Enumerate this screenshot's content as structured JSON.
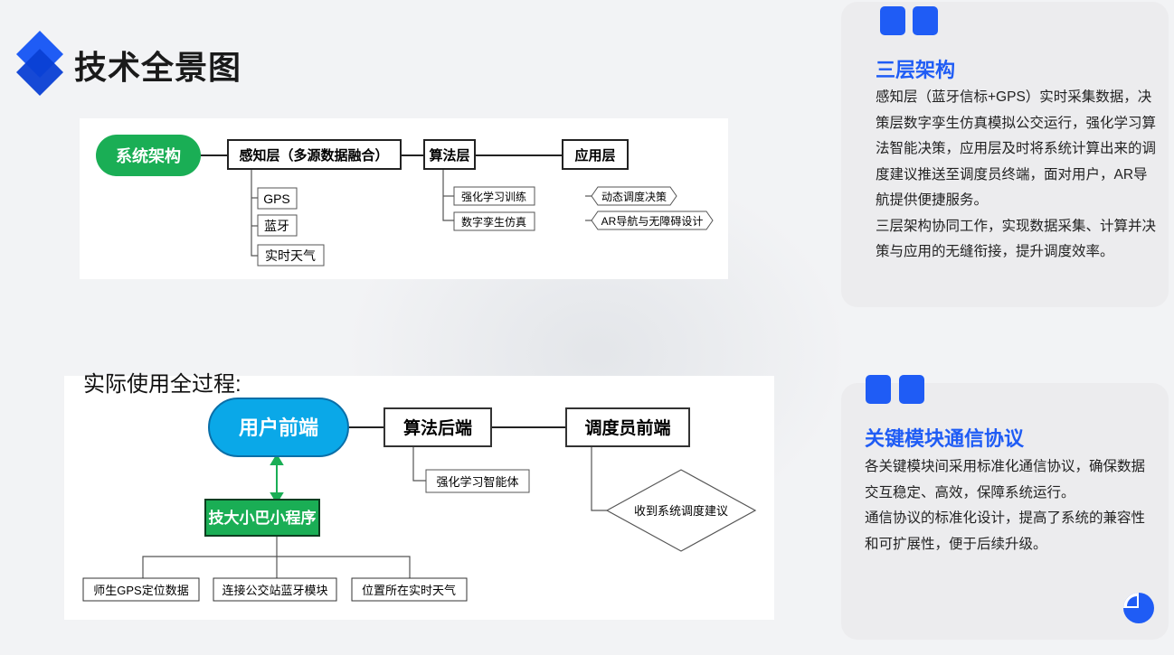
{
  "page": {
    "title": "技术全景图"
  },
  "diagram1": {
    "root": "系统架构",
    "perception": "感知层（多源数据融合）",
    "algorithm": "算法层",
    "application": "应用层",
    "perception_children": [
      "GPS",
      "蓝牙",
      "实时天气"
    ],
    "algorithm_children": [
      "强化学习训练",
      "数字孪生仿真"
    ],
    "application_children": [
      "动态调度决策",
      "AR导航与无障碍设计"
    ]
  },
  "process": {
    "label": "实际使用全过程:",
    "user_frontend": "用户前端",
    "algo_backend": "算法后端",
    "dispatcher_frontend": "调度员前端",
    "rl_agent": "强化学习智能体",
    "decision": "收到系统调度建议",
    "mini_program": "技大小巴小程序",
    "children": [
      "师生GPS定位数据",
      "连接公交站蓝牙模块",
      "位置所在实时天气"
    ]
  },
  "card1": {
    "title": "三层架构",
    "paragraphs": [
      "感知层（蓝牙信标+GPS）实时采集数据，决策层数字孪生仿真模拟公交运行，强化学习算法智能决策，应用层及时将系统计算出来的调度建议推送至调度员终端，面对用户，AR导航提供便捷服务。",
      "三层架构协同工作，实现数据采集、计算并决策与应用的无缝衔接，提升调度效率。"
    ]
  },
  "card2": {
    "title": "关键模块通信协议",
    "paragraphs": [
      "各关键模块间采用标准化通信协议，确保数据交互稳定、高效，保障系统运行。",
      "通信协议的标准化设计，提高了系统的兼容性和可扩展性，便于后续升级。"
    ]
  },
  "colors": {
    "accent": "#1f5cf5",
    "green": "#1aae55",
    "cyan": "#0aa8e8"
  },
  "icons": {
    "logo": "diamond-logo-icon",
    "pie": "pie-chart-icon"
  }
}
